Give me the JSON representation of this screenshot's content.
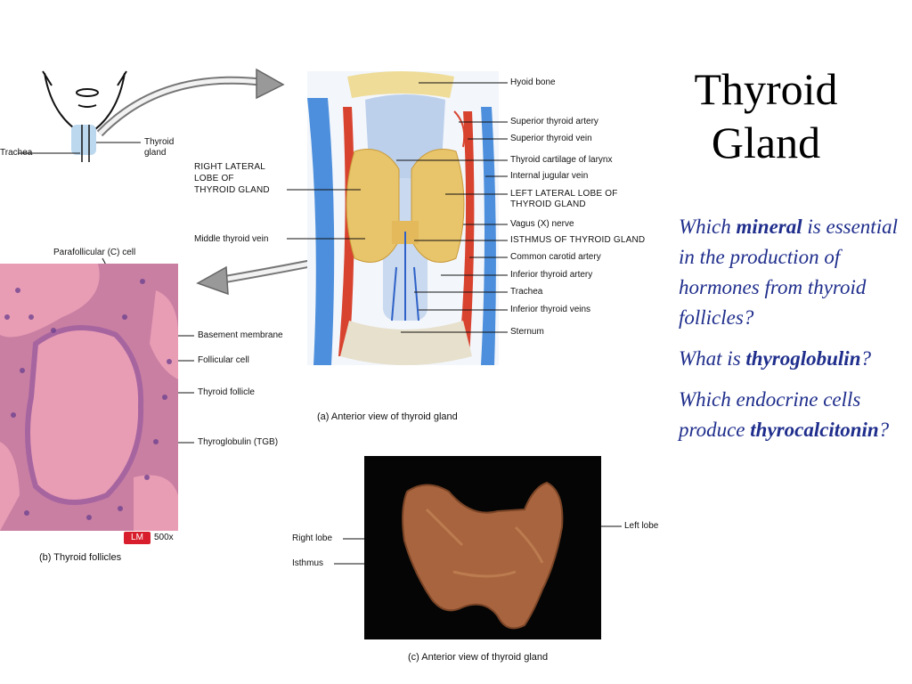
{
  "slide": {
    "title_line1": "Thyroid",
    "title_line2": "Gland"
  },
  "questions": [
    {
      "before": "Which ",
      "bold": "mineral",
      "after": " is essential in the production of hormones from thyroid follicles?"
    },
    {
      "before": "What is ",
      "bold": "thyroglobulin",
      "after": "?"
    },
    {
      "before": "Which endocrine cells produce ",
      "bold": "thyrocalcitonin",
      "after": "?"
    }
  ],
  "neck_sketch": {
    "label_trachea": "Trachea",
    "label_thyroid_1": "Thyroid",
    "label_thyroid_2": "gland"
  },
  "anatomy": {
    "left_labels": {
      "right_lobe_1": "RIGHT LATERAL",
      "right_lobe_2": "LOBE OF",
      "right_lobe_3": "THYROID GLAND",
      "middle_vein": "Middle thyroid vein"
    },
    "right_labels": [
      "Hyoid bone",
      "Superior thyroid artery",
      "Superior thyroid vein",
      "Thyroid cartilage of larynx",
      "Internal jugular vein",
      "LEFT LATERAL LOBE OF",
      "THYROID GLAND",
      "Vagus (X) nerve",
      "ISTHMUS OF THYROID GLAND",
      "Common carotid artery",
      "Inferior thyroid artery",
      "Trachea",
      "Inferior thyroid veins",
      "Sternum"
    ],
    "caption": "(a) Anterior view of thyroid gland"
  },
  "micrograph": {
    "top_label": "Parafollicular (C) cell",
    "labels": [
      "Basement membrane",
      "Follicular cell",
      "Thyroid follicle",
      "Thyroglobulin (TGB)"
    ],
    "badge": "LM",
    "magnification": "500x",
    "caption": "(b) Thyroid follicles"
  },
  "photo": {
    "labels": {
      "right_lobe": "Right lobe",
      "isthmus": "Isthmus",
      "left_lobe": "Left lobe"
    },
    "caption": "(c) Anterior view of thyroid gland"
  },
  "colors": {
    "question_text": "#1f2e8c",
    "gland": "#e8c46a",
    "artery": "#d8432f",
    "vein": "#2f62c8",
    "micro_pink": "#e89db4",
    "photo_bg": "#050505",
    "lm_badge": "#d81e2c"
  }
}
